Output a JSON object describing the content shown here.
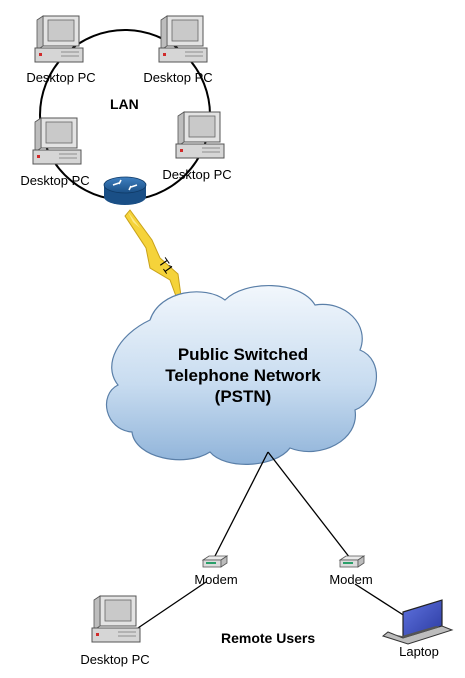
{
  "lan": {
    "title": "LAN",
    "nodes": [
      {
        "label": "Desktop PC"
      },
      {
        "label": "Desktop PC"
      },
      {
        "label": "Desktop PC"
      },
      {
        "label": "Desktop PC"
      }
    ]
  },
  "link": {
    "label": "T1"
  },
  "cloud": {
    "lines": [
      "Public Switched",
      "Telephone Network",
      "(PSTN)"
    ]
  },
  "remote": {
    "title": "Remote Users",
    "modems": [
      {
        "label": "Modem"
      },
      {
        "label": "Modem"
      }
    ],
    "desktop": {
      "label": "Desktop PC"
    },
    "laptop": {
      "label": "Laptop"
    }
  },
  "colors": {
    "cloud_fill_light": "#eef4fb",
    "cloud_fill_dark": "#8fb3d9",
    "router": "#1f5f9e",
    "lightning": "#f5d33a",
    "pc_body": "#d9d9d9",
    "laptop_screen": "#3b4fc4"
  }
}
